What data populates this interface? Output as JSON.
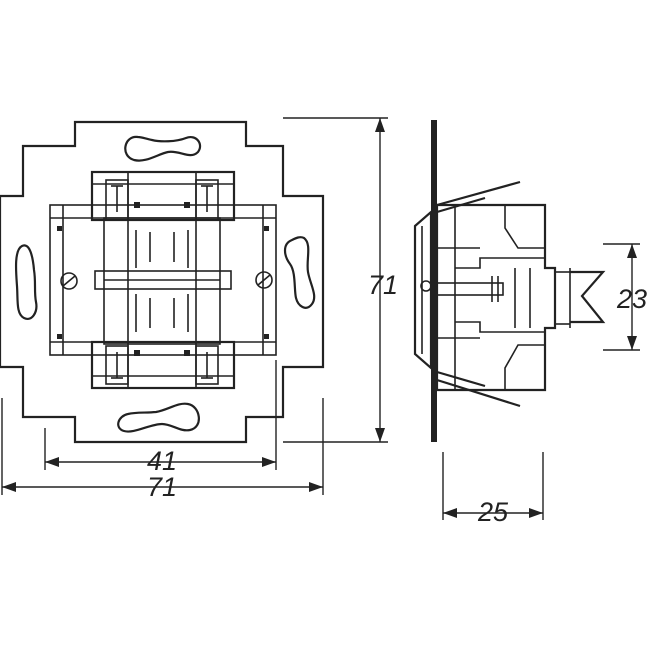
{
  "dimensions": {
    "front_inner_width": "41",
    "front_outer_width": "71",
    "height": "71",
    "side_depth": "25",
    "side_pin_span": "23"
  }
}
